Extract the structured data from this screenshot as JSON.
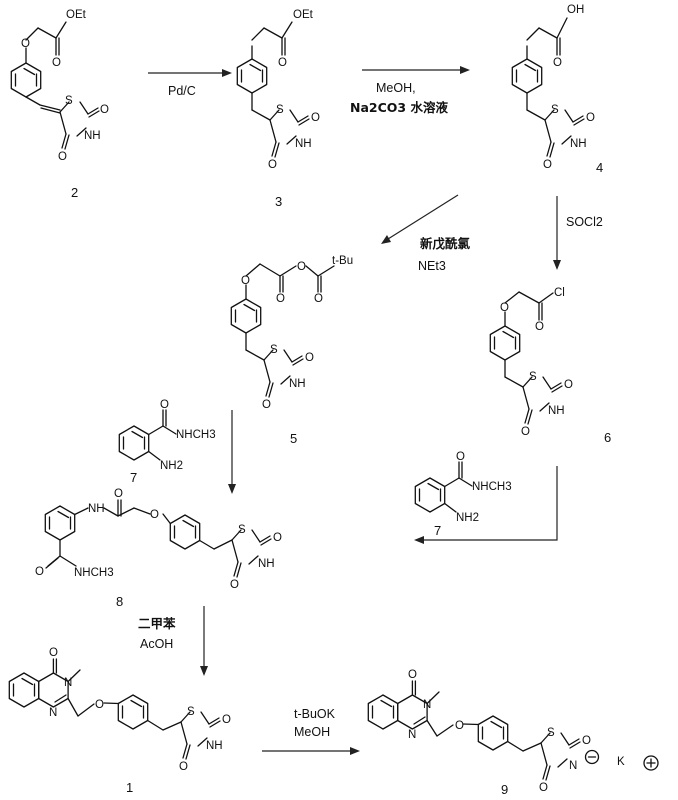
{
  "compounds": {
    "c2": {
      "number": "2",
      "ester": "OEt",
      "o": "O",
      "s": "S",
      "nh": "NH",
      "o_a": "O",
      "o_b": "O"
    },
    "c3": {
      "number": "3",
      "ester": "OEt",
      "o": "O",
      "s": "S",
      "nh": "NH",
      "o_a": "O",
      "o_b": "O"
    },
    "c4": {
      "number": "4",
      "acid": "OH",
      "o": "O",
      "s": "S",
      "nh": "NH",
      "o_a": "O",
      "o_b": "O"
    },
    "c5": {
      "number": "5",
      "o": "O",
      "o2": "O",
      "tbu": "t-Bu",
      "s": "S",
      "nh": "NH",
      "o_a": "O",
      "o_b": "O"
    },
    "c6": {
      "number": "6",
      "o": "O",
      "cl": "Cl",
      "s": "S",
      "nh": "NH",
      "o_a": "O",
      "o_b": "O"
    },
    "c7a": {
      "number": "7",
      "amide": "NHCH3",
      "nh2": "NH2",
      "o": "O"
    },
    "c7b": {
      "number": "7",
      "amide": "NHCH3",
      "nh2": "NH2",
      "o": "O"
    },
    "c8": {
      "number": "8",
      "nh": "NH",
      "o": "O",
      "amide": "NHCH3",
      "s": "S",
      "nh_ring": "NH",
      "o_a": "O",
      "o_b": "O"
    },
    "c1": {
      "number": "1",
      "n_me": "N",
      "n_ring": "N",
      "o_q": "O",
      "o_ether": "O",
      "s": "S",
      "nh": "NH",
      "o_a": "O",
      "o_b": "O"
    },
    "c9": {
      "number": "9",
      "n_me": "N",
      "n_ring": "N",
      "o_q": "O",
      "o_ether": "O",
      "s": "S",
      "n_k": "N",
      "k": "K",
      "o_a": "O",
      "o_b": "O"
    }
  },
  "reagents": {
    "r1": "Pd/C",
    "r2_line1": "MeOH,",
    "r2_line2": "Na2CO3 水溶液",
    "r3": "SOCl2",
    "r4_line1": "新戊酰氯",
    "r4_line2": "NEt3",
    "r5_line1": "二甲苯",
    "r5_line2": "AcOH",
    "r6_line1": "t-BuOK",
    "r6_line2": "MeOH"
  }
}
